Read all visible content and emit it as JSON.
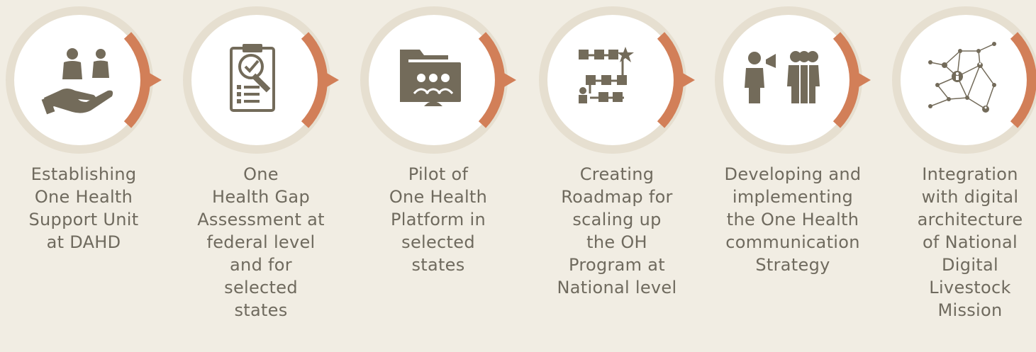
{
  "colors": {
    "background": "#f1ede3",
    "ring": "#e6dfd0",
    "circle": "#ffffff",
    "arc": "#d27f58",
    "icon": "#736b5a",
    "text": "#6f6a5e"
  },
  "steps": [
    {
      "label": "Establishing\nOne Health\nSupport Unit\nat DAHD",
      "icon": "hand-holding-people-icon"
    },
    {
      "label": "One\nHealth Gap\nAssessment at\nfederal level\nand for\nselected\nstates",
      "icon": "clipboard-magnifier-icon"
    },
    {
      "label": "Pilot of\nOne Health\nPlatform in\nselected\nstates",
      "icon": "folder-group-icon"
    },
    {
      "label": "Creating\nRoadmap for\nscaling up\nthe OH\nProgram at\nNational level",
      "icon": "roadmap-flow-icon"
    },
    {
      "label": "Developing and\nimplementing\nthe One Health\ncommunication\nStrategy",
      "icon": "megaphone-crowd-icon"
    },
    {
      "label": "Integration\nwith digital\narchitecture\nof National\nDigital\nLivestock\nMission",
      "icon": "network-people-icon"
    }
  ]
}
